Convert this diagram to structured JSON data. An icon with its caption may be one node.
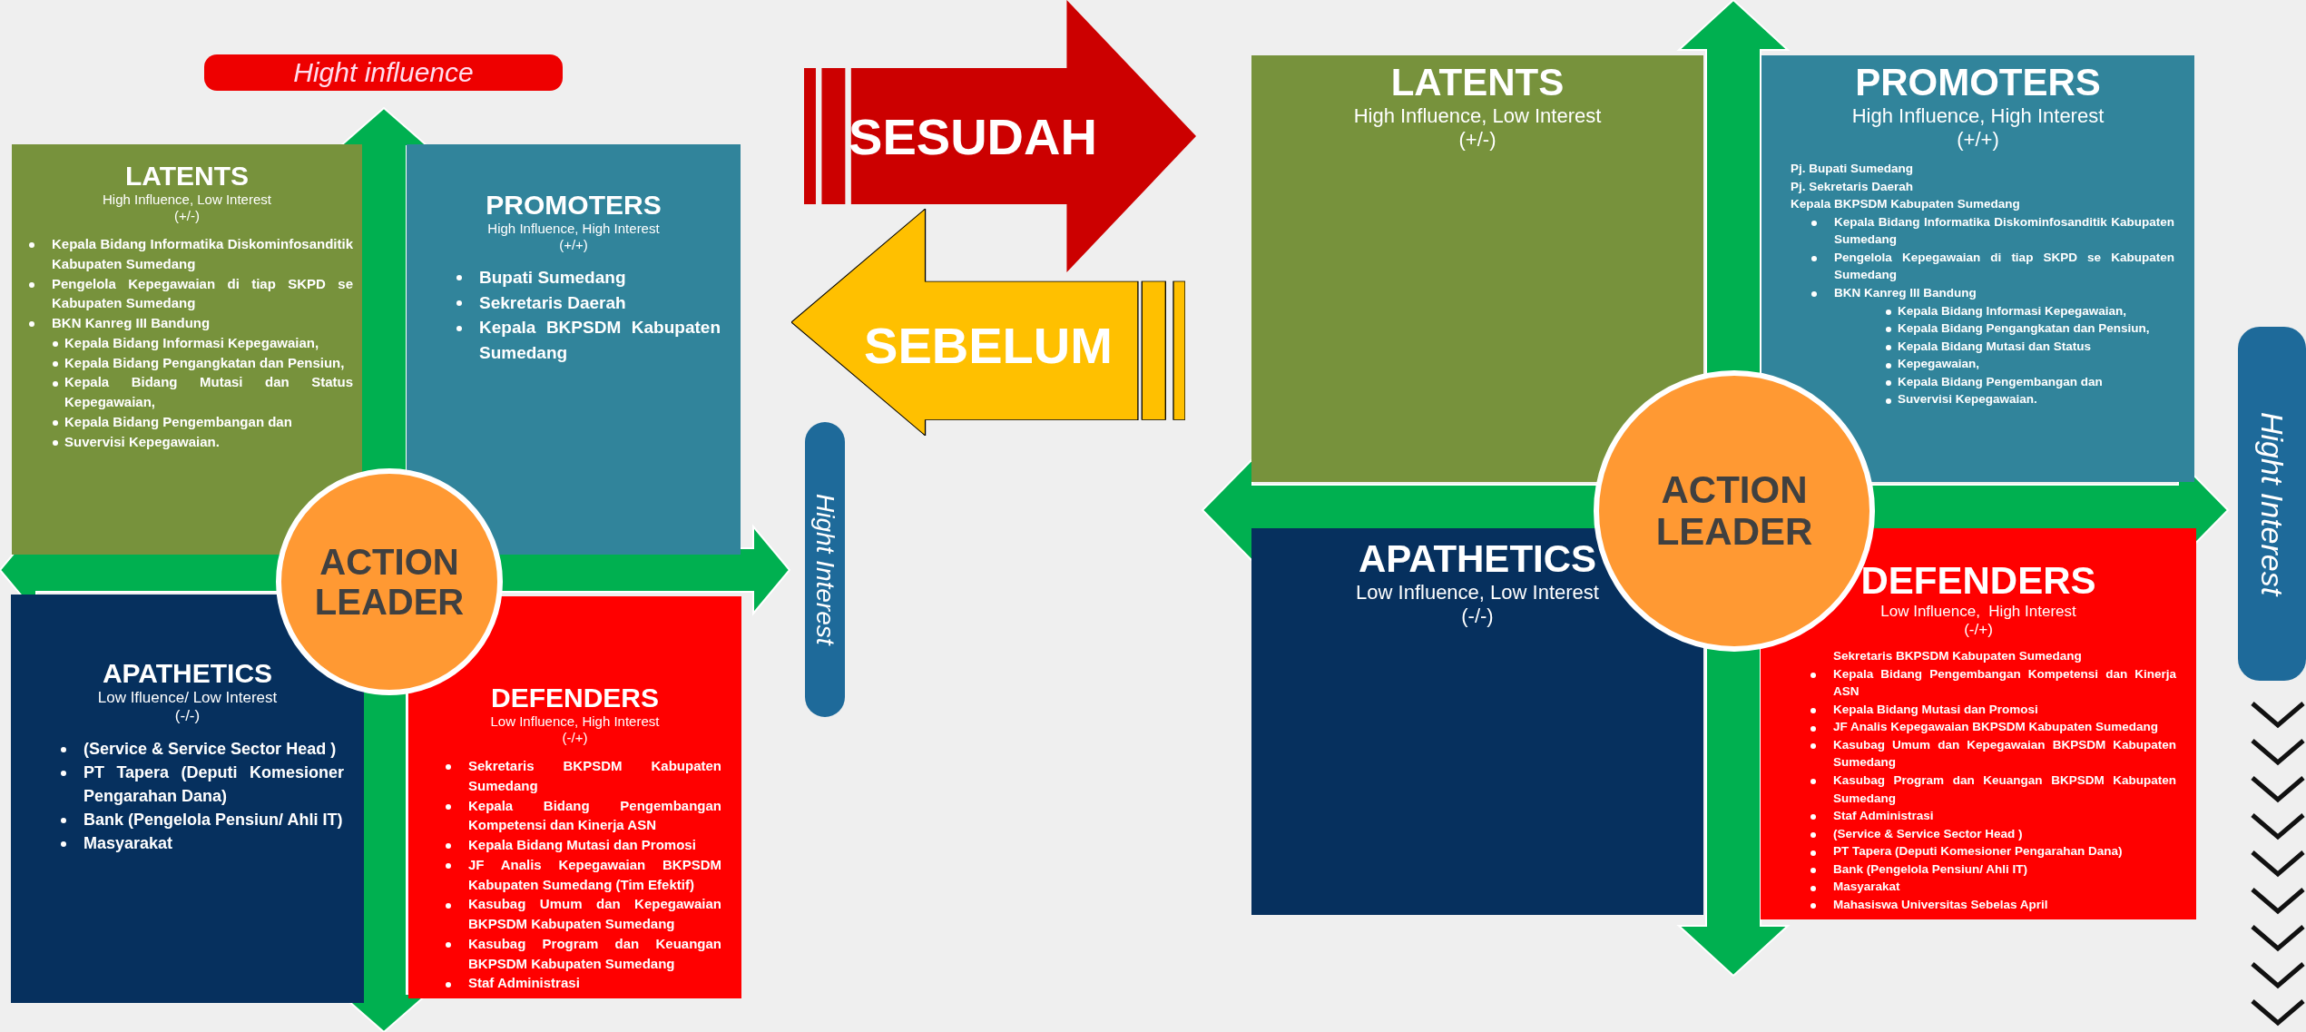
{
  "diagram": {
    "nodes": [
      {
        "text": [
          "Hight influence"
        ]
      },
      {
        "text": [
          "LATENTS",
          "High Influence, Low Interest",
          "(+/-)",
          "Kepala Bidang Informatika Diskominfosanditik Kabupaten Sumedang",
          "Pengelola Kepegawaian di tiap SKPD se Kabupaten Sumedang",
          "BKN Kanreg III Bandung",
          "Kepala Bidang Informasi Kepegawaian,",
          "Kepala Bidang Pengangkatan dan Pensiun,",
          "Kepala Bidang Mutasi dan Status Kepegawaian,",
          "Kepala Bidang Pengembangan dan",
          "Suvervisi Kepegawaian."
        ]
      },
      {
        "text": [
          "PROMOTERS",
          "High Influence, High Interest",
          "(+/+)",
          "Bupati Sumedang",
          "Sekretaris Daerah",
          "Kepala BKPSDM Kabupaten Sumedang"
        ]
      },
      {
        "text": [
          "ACTION LEADER"
        ]
      },
      {
        "text": [
          "APATHETICS",
          "Low Ifluence/ Low Interest",
          "(-/-)",
          "(Service & Service Sector Head )",
          "PT Tapera (Deputi Komesioner Pengarahan Dana)",
          "Bank (Pengelola Pensiun/ Ahli IT)",
          "Masyarakat"
        ]
      },
      {
        "text": [
          "DEFENDERS",
          "Low Influence, High Interest",
          "(-/+)",
          "Sekretaris BKPSDM Kabupaten Sumedang",
          "Kepala Bidang Pengembangan Kompetensi dan Kinerja ASN",
          "Kepala Bidang Mutasi dan Promosi",
          "JF Analis Kepegawaian BKPSDM Kabupaten Sumedang (Tim Efektif)",
          "Kasubag Umum dan Kepegawaian BKPSDM Kabupaten Sumedang",
          "Kasubag Program dan Keuangan BKPSDM Kabupaten Sumedang",
          "Staf Administrasi"
        ]
      },
      {
        "text": [
          "SESUDAH"
        ]
      },
      {
        "text": [
          "SEBELUM"
        ]
      },
      {
        "text": [
          "Hight Interest"
        ]
      },
      {
        "text": [
          "LATENTS",
          "High Influence, Low Interest",
          "(+/-)"
        ]
      },
      {
        "text": [
          "PROMOTERS",
          "High Influence, High Interest",
          "(+/+)",
          "Pj. Bupati Sumedang",
          "Pj. Sekretaris Daerah",
          "Kepala BKPSDM Kabupaten Sumedang",
          "Kepala Bidang Informatika Diskominfosanditik Kabupaten Sumedang",
          "Pengelola Kepegawaian di tiap SKPD se Kabupaten Sumedang",
          "BKN Kanreg III Bandung",
          "Kepala Bidang Informasi Kepegawaian,",
          "Kepala Bidang Pengangkatan dan Pensiun,",
          "Kepala Bidang Mutasi dan Status",
          "Kepegawaian,",
          "Kepala Bidang Pengembangan dan",
          "Suvervisi Kepegawaian."
        ]
      },
      {
        "text": [
          "ACTION LEADER"
        ]
      },
      {
        "text": [
          "APATHETICS",
          "Low Influence, Low Interest",
          "(-/-)"
        ]
      },
      {
        "text": [
          "DEFENDERS",
          "Low Influence,  High Interest",
          "(-/+)",
          "Sekretaris BKPSDM Kabupaten Sumedang",
          "Kepala Bidang Pengembangan Kompetensi dan Kinerja ASN",
          "Kepala Bidang Mutasi dan Promosi",
          "JF Analis Kepegawaian BKPSDM Kabupaten Sumedang",
          "Kasubag Umum dan Kepegawaian BKPSDM Kabupaten Sumedang",
          "Kasubag Program dan Keuangan BKPSDM Kabupaten Sumedang",
          "Staf Administrasi",
          "(Service & Service Sector Head )",
          "PT Tapera (Deputi Komesioner Pengarahan Dana)",
          "Bank (Pengelola Pensiun/ Ahli IT)",
          "Masyarakat",
          "Mahasiswa Universitas Sebelas April"
        ]
      },
      {
        "text": [
          "Hight Interest"
        ]
      }
    ],
    "edges": []
  }
}
